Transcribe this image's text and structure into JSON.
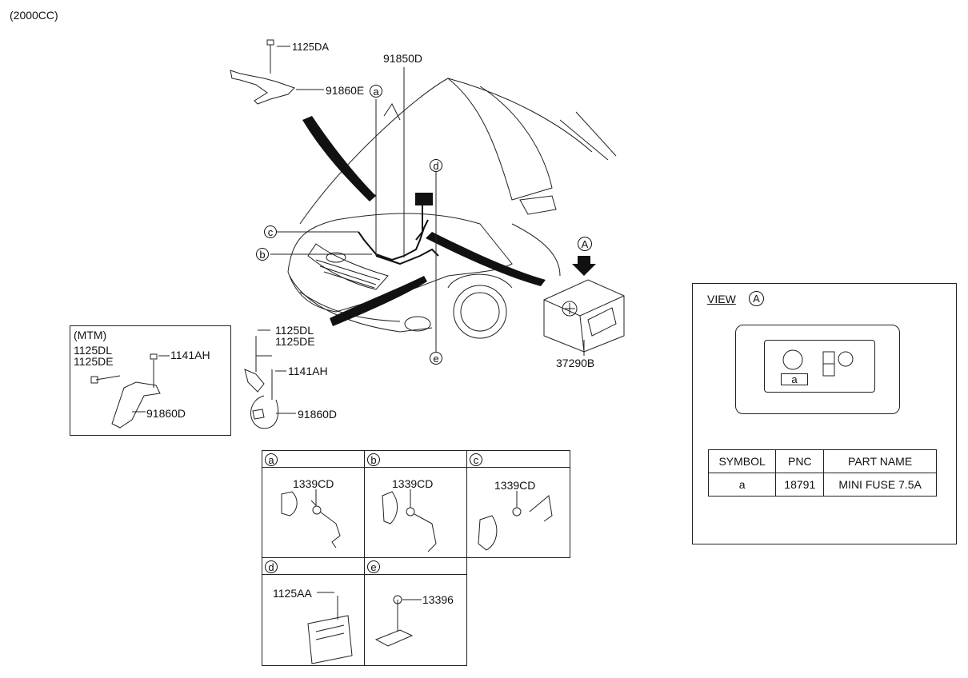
{
  "engine": "(2000CC)",
  "labels": {
    "p1125DA": "1125DA",
    "p91860E": "91860E",
    "p91850D": "91850D",
    "p1125DL": "1125DL",
    "p1125DE": "1125DE",
    "p1141AH": "1141AH",
    "p91860D": "91860D",
    "p37290B": "37290B"
  },
  "callouts": {
    "a": "a",
    "b": "b",
    "c": "c",
    "d": "d",
    "e": "e",
    "A": "A"
  },
  "mtm": {
    "title": "(MTM)",
    "l1125DL": "1125DL",
    "l1125DE": "1125DE",
    "l1141AH": "1141AH",
    "l91860D": "91860D"
  },
  "details": {
    "a": {
      "key": "a",
      "part": "1339CD"
    },
    "b": {
      "key": "b",
      "part": "1339CD"
    },
    "c": {
      "key": "c",
      "part": "1339CD"
    },
    "d": {
      "key": "d",
      "part": "1125AA"
    },
    "e": {
      "key": "e",
      "part": "13396"
    }
  },
  "view": {
    "title": "VIEW",
    "marker": "A",
    "fuse_label": "a",
    "table": {
      "headers": [
        "SYMBOL",
        "PNC",
        "PART NAME"
      ],
      "rows": [
        [
          "a",
          "18791",
          "MINI FUSE 7.5A"
        ]
      ]
    }
  }
}
